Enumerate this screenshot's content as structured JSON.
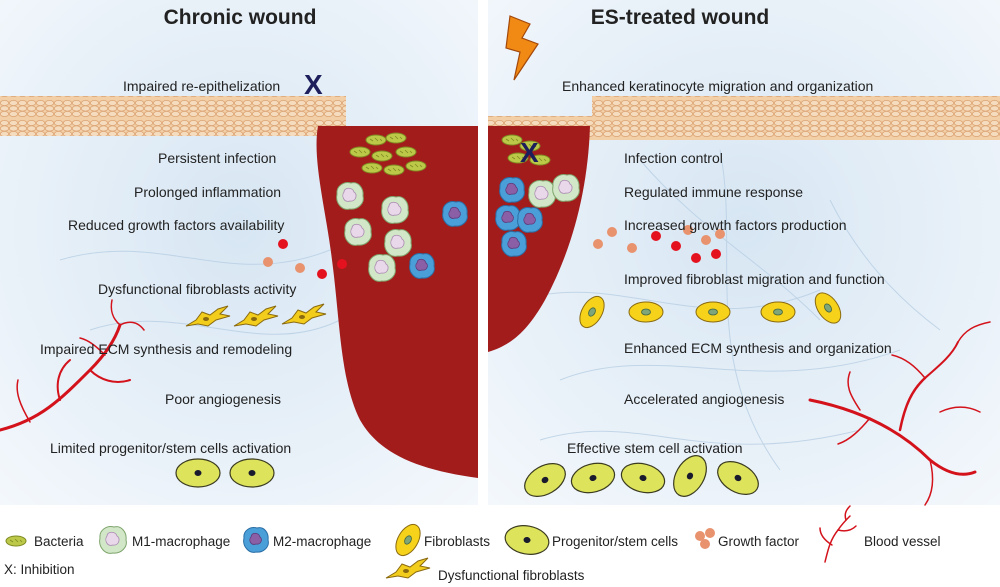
{
  "titles": {
    "left": "Chronic wound",
    "right": "ES-treated wound"
  },
  "left_labels": [
    "Impaired re-epithelization",
    "Persistent infection",
    "Prolonged inflammation",
    "Reduced growth factors availability",
    "Dysfunctional fibroblasts activity",
    "Impaired ECM synthesis and remodeling",
    "Poor angiogenesis",
    "Limited progenitor/stem cells activation"
  ],
  "right_labels": [
    "Enhanced keratinocyte migration and organization",
    "Infection control",
    "Regulated immune response",
    "Increased growth factors production",
    "Improved fibroblast migration and function",
    "Enhanced ECM synthesis and organization",
    "Accelerated angiogenesis",
    "Effective stem cell activation"
  ],
  "inhibition_mark": "X",
  "legend": {
    "bacteria": "Bacteria",
    "m1": "M1-macrophage",
    "m2": "M2-macrophage",
    "fibroblasts": "Fibroblasts",
    "progenitor": "Progenitor/stem cells",
    "growth_factor": "Growth factor",
    "blood_vessel": "Blood vessel",
    "inhibition": "X: Inhibition",
    "dysfunctional": "Dysfunctional fibroblasts"
  },
  "colors": {
    "wound": "#a11c1c",
    "skin": "#f0c9a0",
    "vessel": "#d3121b",
    "fibroblast": "#f5d21a",
    "stem_cell": "#dde35a",
    "m1": "#cfe4c4",
    "m2": "#4a9fd8",
    "bacteria": "#b8c445",
    "growth_red": "#e4121f",
    "growth_orange": "#e8926e",
    "x_mark": "#1d1f5c"
  }
}
